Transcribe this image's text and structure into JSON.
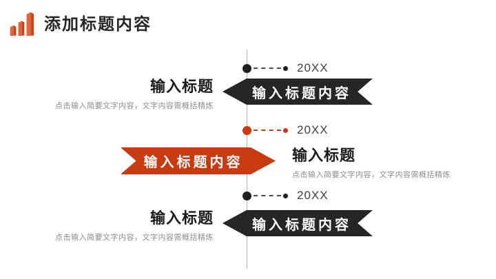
{
  "slide": {
    "title": "添加标题内容",
    "title_icon": "bar-chart-icon"
  },
  "colors": {
    "accent_orange": "#c83a10",
    "banner_black": "#262626",
    "spine_gray": "#b3b3b3",
    "heading_text": "#1a1a1a",
    "description_text": "#8c8c8c",
    "year_text": "#3d4043"
  },
  "timeline": {
    "entries": [
      {
        "year": "20XX",
        "side": "left",
        "accent": "black",
        "banner_label": "输入标题内容",
        "heading": "输入标题",
        "description": "点击输入简要文字内容，文字内容需概括精炼"
      },
      {
        "year": "20XX",
        "side": "right",
        "accent": "orange",
        "banner_label": "输入标题内容",
        "heading": "输入标题",
        "description": "点击输入简要文字内容，文字内容需概括精炼"
      },
      {
        "year": "20XX",
        "side": "left",
        "accent": "black",
        "banner_label": "输入标题内容",
        "heading": "输入标题",
        "description": "点击输入简要文字内容，文字内容需概括精炼"
      }
    ]
  }
}
